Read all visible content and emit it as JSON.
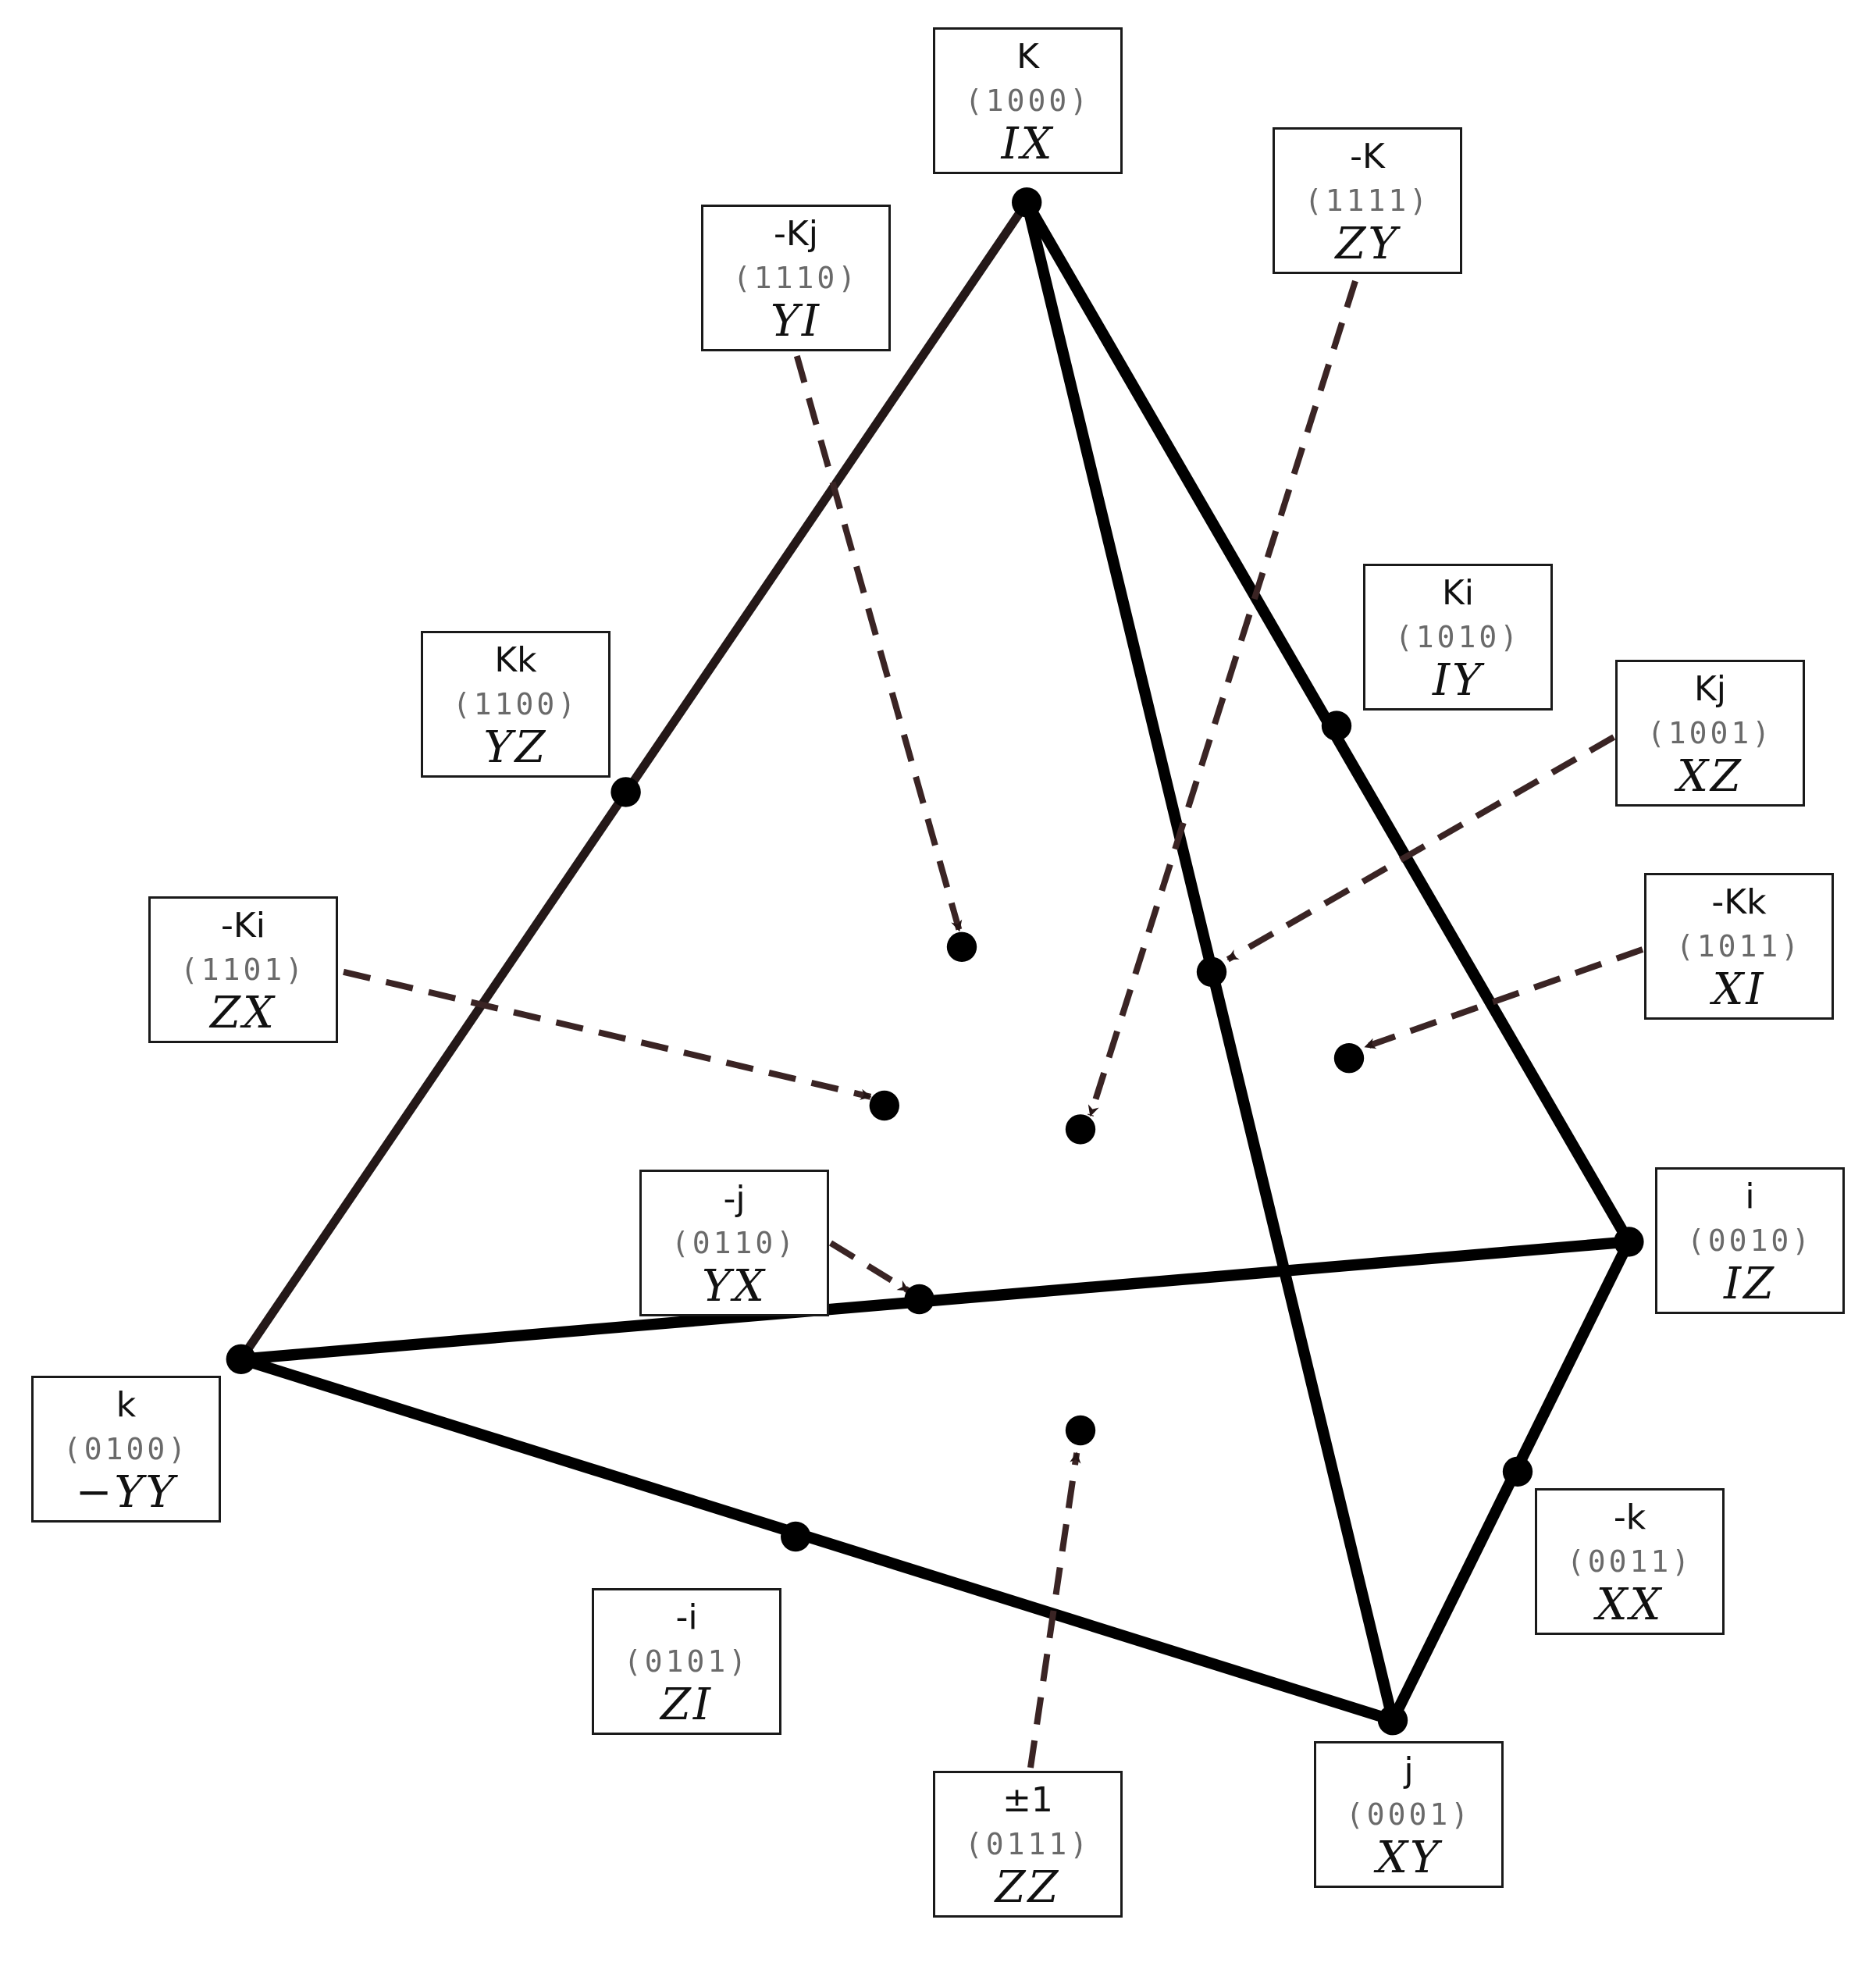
{
  "nodes": [
    {
      "id": "K",
      "name": "K",
      "bits": "(1000)",
      "pauli": "IX"
    },
    {
      "id": "mK",
      "name": "-K",
      "bits": "(1111)",
      "pauli": "ZY"
    },
    {
      "id": "mKj",
      "name": "-Kj",
      "bits": "(1110)",
      "pauli": "YI"
    },
    {
      "id": "Ki",
      "name": "Ki",
      "bits": "(1010)",
      "pauli": "IY"
    },
    {
      "id": "Kk",
      "name": "Kk",
      "bits": "(1100)",
      "pauli": "YZ"
    },
    {
      "id": "Kj",
      "name": "Kj",
      "bits": "(1001)",
      "pauli": "XZ"
    },
    {
      "id": "mKi",
      "name": "-Ki",
      "bits": "(1101)",
      "pauli": "ZX"
    },
    {
      "id": "mKk",
      "name": "-Kk",
      "bits": "(1011)",
      "pauli": "XI"
    },
    {
      "id": "mj",
      "name": "-j",
      "bits": "(0110)",
      "pauli": "YX"
    },
    {
      "id": "i",
      "name": "i",
      "bits": "(0010)",
      "pauli": "IZ"
    },
    {
      "id": "k",
      "name": "k",
      "bits": "(0100)",
      "pauli": "−YY"
    },
    {
      "id": "mk",
      "name": "-k",
      "bits": "(0011)",
      "pauli": "XX"
    },
    {
      "id": "mi",
      "name": "-i",
      "bits": "(0101)",
      "pauli": "ZI"
    },
    {
      "id": "pm1",
      "name": "±1",
      "bits": "(0111)",
      "pauli": "ZZ"
    },
    {
      "id": "j",
      "name": "j",
      "bits": "(0001)",
      "pauli": "XY"
    }
  ]
}
